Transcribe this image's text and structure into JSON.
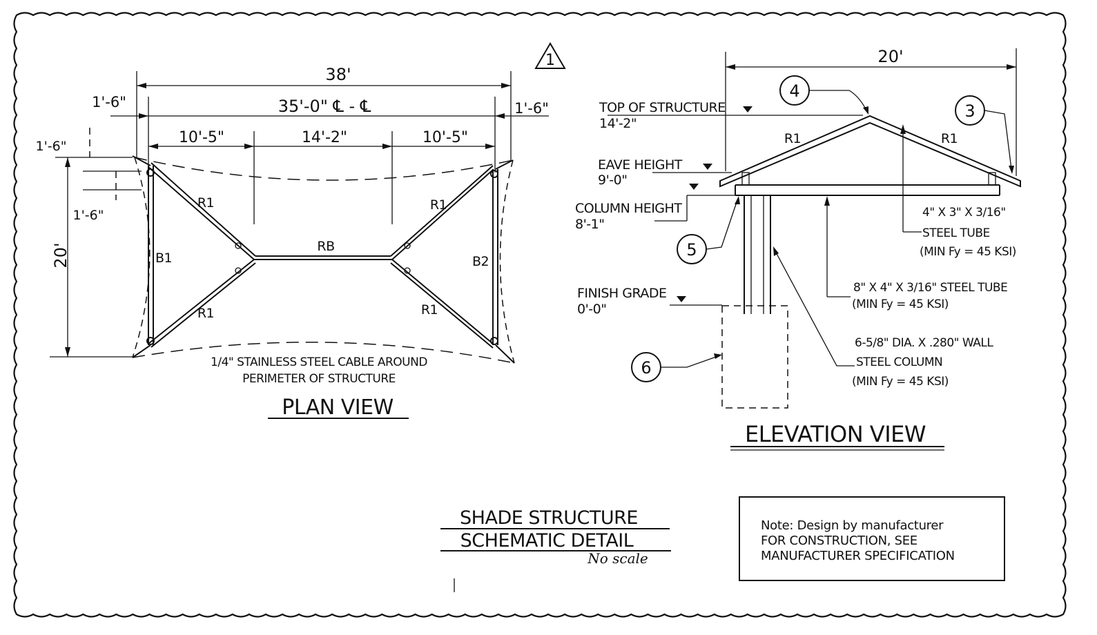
{
  "revision_mark": "1",
  "plan_view": {
    "overall_length": "38'",
    "centerline_span": "35'-0\" ℄ - ℄",
    "end_offset_left": "1'-6\"",
    "end_offset_right": "1'-6\"",
    "segment_left": "10'-5\"",
    "segment_middle": "14'-2\"",
    "segment_right": "10'-5\"",
    "depth": "20'",
    "side_offset_top": "1'-6\"",
    "side_offset_bottom": "1'-6\"",
    "members": {
      "r1_top_left": "R1",
      "r1_top_right": "R1",
      "r1_bottom_left": "R1",
      "r1_bottom_right": "R1",
      "ridge_beam": "RB",
      "beam_left": "B1",
      "beam_right": "B2"
    },
    "cable_note_line1": "1/4\" STAINLESS STEEL CABLE AROUND",
    "cable_note_line2": "PERIMETER OF STRUCTURE",
    "title": "PLAN VIEW"
  },
  "elevation_view": {
    "overall_width": "20'",
    "top_of_structure_label": "TOP OF STRUCTURE",
    "top_of_structure_value": "14'-2\"",
    "eave_height_label": "EAVE HEIGHT",
    "eave_height_value": "9'-0\"",
    "column_height_label": "COLUMN HEIGHT",
    "column_height_value": "8'-1\"",
    "finish_grade_label": "FINISH GRADE",
    "finish_grade_value": "0'-0\"",
    "rafter_left": "R1",
    "rafter_right": "R1",
    "tags": [
      "4",
      "3",
      "5",
      "6"
    ],
    "rafter_tube_line1": "4\" X 3\" X 3/16\"",
    "rafter_tube_line2": "STEEL TUBE",
    "rafter_tube_line3": "(MIN Fy = 45 KSI)",
    "beam_tube_line1": "8\" X 4\" X 3/16\" STEEL TUBE",
    "beam_tube_line2": "(MIN Fy = 45 KSI)",
    "column_line1": "6-5/8\" DIA. X .280\" WALL",
    "column_line2": "STEEL COLUMN",
    "column_line3": "(MIN Fy = 45 KSI)",
    "title": "ELEVATION VIEW"
  },
  "title_block": {
    "line1": "SHADE STRUCTURE",
    "line2": "SCHEMATIC DETAIL",
    "scale": "No scale"
  },
  "note_box": {
    "line1": "Note: Design by manufacturer",
    "line2": "FOR CONSTRUCTION, SEE",
    "line3": "MANUFACTURER SPECIFICATION"
  }
}
